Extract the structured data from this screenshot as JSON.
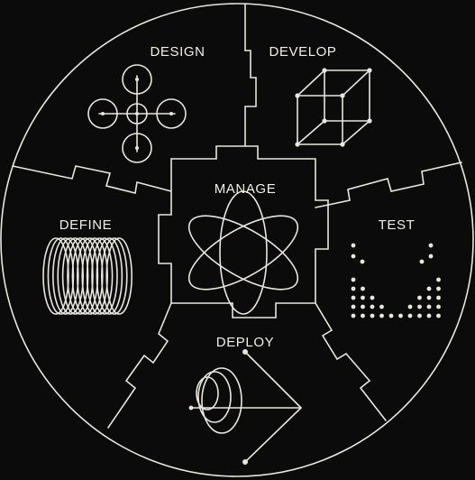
{
  "diagram": {
    "center_label": "MANAGE",
    "segments": [
      {
        "label": "DESIGN",
        "icon": "circles-cross-icon"
      },
      {
        "label": "DEVELOP",
        "icon": "wireframe-cube-icon"
      },
      {
        "label": "TEST",
        "icon": "dot-matrix-icon"
      },
      {
        "label": "DEPLOY",
        "icon": "cone-vector-icon"
      },
      {
        "label": "DEFINE",
        "icon": "coil-spring-icon"
      }
    ],
    "center_icon": "atom-orbit-icon"
  },
  "colors": {
    "background": "#0b0b0b",
    "line": "#e9e6de"
  }
}
